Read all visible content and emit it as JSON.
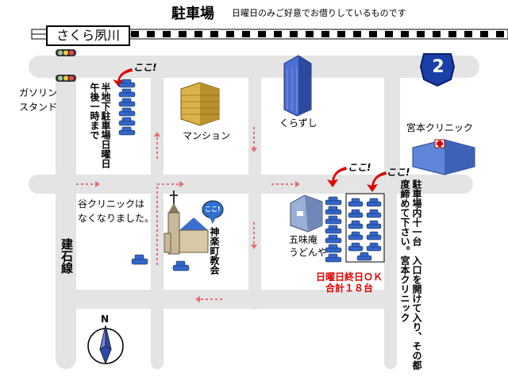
{
  "title": "駐車場",
  "note": "日曜日のみご好意でお借りしているものです",
  "station": "さくら夙川",
  "route_number": "2",
  "gas_station": "ガソリン\nスタンド",
  "road_label": "建石線",
  "koko": "ここ!",
  "parking_left_label": "半地下駐車場日曜日午後一時まで",
  "mansion": "マンション",
  "kurazushi": "くらずし",
  "miyamoto_clinic": "宮本クリニック",
  "tani_clinic": "谷クリニックは\nなくなりました。",
  "church_label": "神楽町教会",
  "goshian": "五味庵\nうどんや",
  "sunday_ok": "日曜日終日ＯＫ",
  "total": "合計１８台",
  "miyamoto_note": "駐車場内十一台　入口を開けて入り、その都度締めて下さい。宮本クリニック",
  "north": "N",
  "colors": {
    "road": "#e4e4e4",
    "car": "#3366cc",
    "arrow_red": "#e00000",
    "dashed_arrow": "#e07070",
    "route_badge": "#1a3fa8"
  }
}
